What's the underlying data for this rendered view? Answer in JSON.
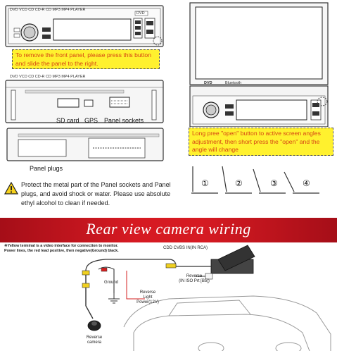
{
  "front_panel": {
    "model_text": "DVD VCD CD CD-R CD MP3 MP4 PLAYER",
    "badge": "DVD",
    "note": "To remove the front panel, please press this button and slide the panel to the right."
  },
  "chassis": {
    "model_text": "DVD VCD CD CD-R CD MP3 MP4 PLAYER",
    "labels": {
      "sd": "SD card",
      "gps": "GPS",
      "sockets": "Panel sockets",
      "plugs": "Panel plugs"
    }
  },
  "warning": {
    "text": "Protect the metal part of the Panel sockets and Panel plugs, and avoid shock or water. Please use absolute ethyl alcohol to clean if needed."
  },
  "screen_unit": {
    "badges": [
      "DVD",
      "Bluetooth"
    ],
    "note": "Long pree \"open\" button to active screen angles adjustment, then short press the \"open\" and the angle will change",
    "angles": [
      "①",
      "②",
      "③",
      "④"
    ]
  },
  "banner": {
    "title": "Rear view camera wiring"
  },
  "wiring": {
    "note_line1": "※Yellow terminal is a video interface for connection to monitor.",
    "note_line2": "Power lines, the red lead positive, then negative(Ground) black.",
    "cdd": "CDD CVBS IN(IN RCA)",
    "reverse1": "Reverse",
    "reverse2": "(IN ISO Prt [B5])",
    "ground": "Ground",
    "power1": "Reverse",
    "power2": "Light",
    "power3": "Power(12V)",
    "camera1": "Reverse",
    "camera2": "camera"
  }
}
